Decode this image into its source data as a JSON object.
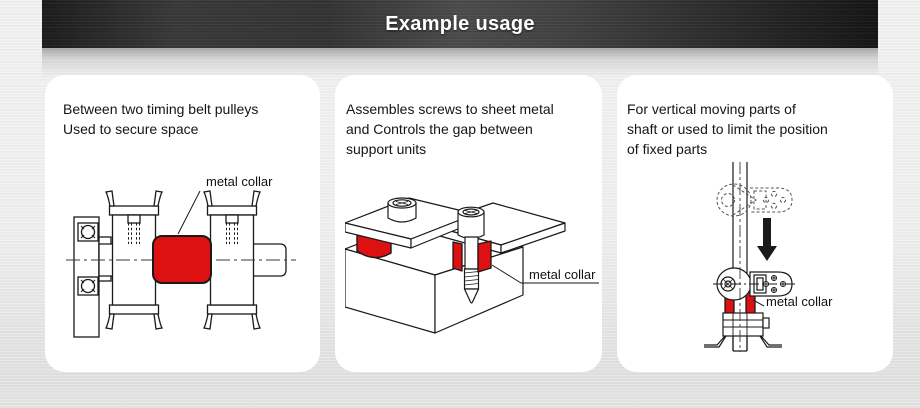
{
  "header": {
    "title": "Example usage"
  },
  "colors": {
    "collar_red": "#dd1111",
    "header_bar_dark": "#2e2e2e",
    "header_text": "#ffffff",
    "panel_bg": "#ffffff",
    "page_bg": "#ededed",
    "drawing_line": "#1a1a1a"
  },
  "panels": [
    {
      "lines": [
        "Between two timing belt pulleys",
        "Used to secure space"
      ],
      "collar_label": "metal collar"
    },
    {
      "lines": [
        "Assembles screws to sheet metal",
        "and Controls the gap between",
        "support units"
      ],
      "collar_label": "metal collar"
    },
    {
      "lines": [
        "For vertical moving parts of",
        "shaft or used to limit the position",
        "of fixed parts"
      ],
      "collar_label": "metal collar"
    }
  ]
}
